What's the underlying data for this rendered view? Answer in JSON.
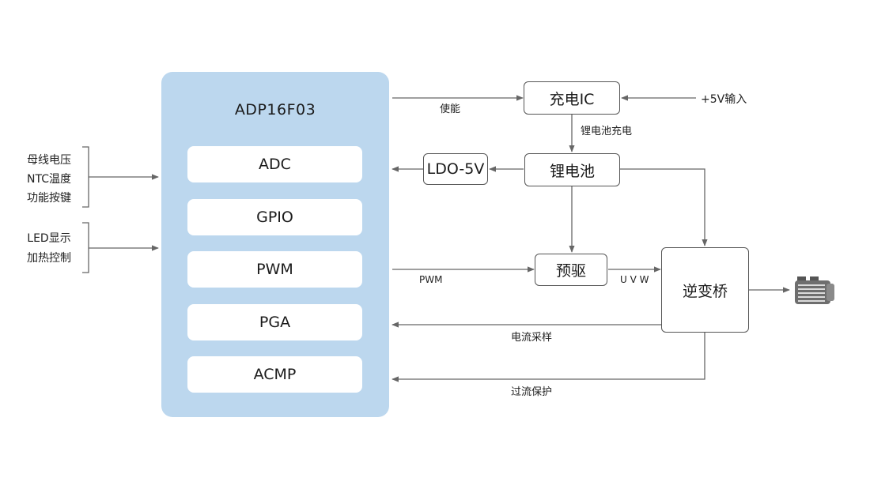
{
  "mcu": {
    "title": "ADP16F03",
    "modules": [
      "ADC",
      "GPIO",
      "PWM",
      "PGA",
      "ACMP"
    ],
    "color": "#bcd7ee"
  },
  "inputs": {
    "group1": [
      "母线电压",
      "NTC温度",
      "功能按键"
    ],
    "group2": [
      "LED显示",
      "加热控制"
    ]
  },
  "nodes": {
    "charge_ic": "充电IC",
    "battery": "锂电池",
    "ldo": "LDO-5V",
    "predriver": "预驱",
    "inverter": "逆变桥"
  },
  "labels": {
    "enable": "使能",
    "supply_input": "+5V输入",
    "battery_charge": "锂电池充电",
    "pwm": "PWM",
    "uvw": "U V W",
    "current_sampling": "电流采样",
    "overcurrent_protection": "过流保护"
  },
  "icons": {
    "motor": "motor-icon"
  }
}
